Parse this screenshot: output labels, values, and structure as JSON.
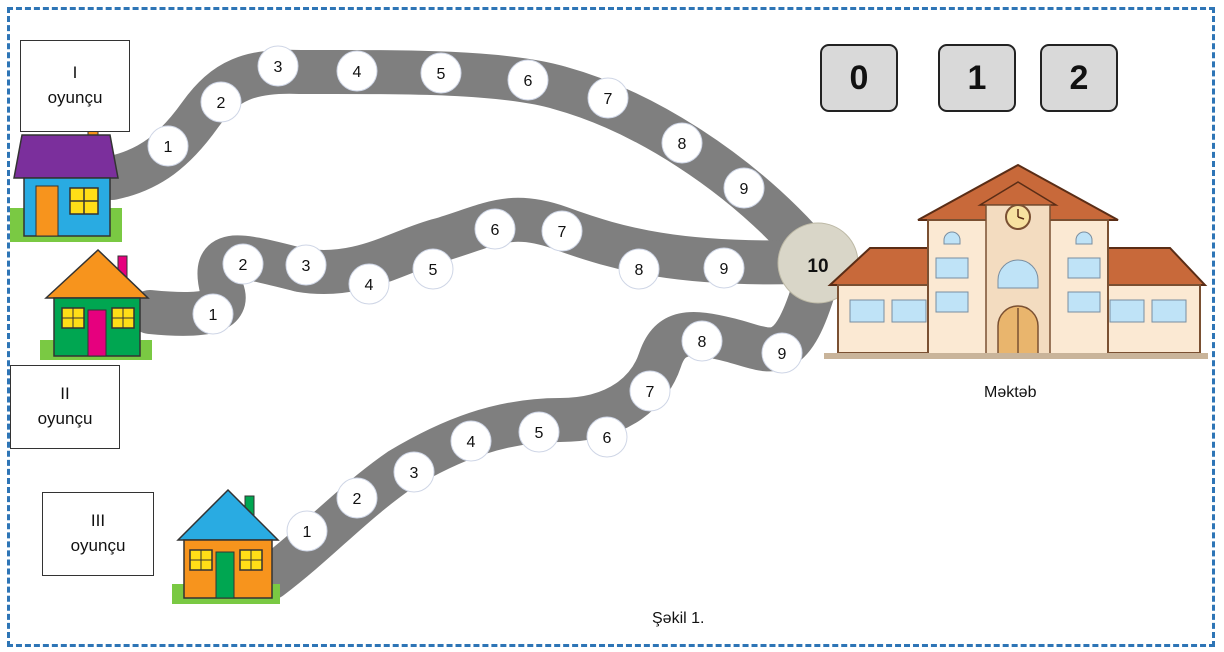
{
  "players": [
    {
      "line1": "I",
      "line2": "oyunçu"
    },
    {
      "line1": "II",
      "line2": "oyunçu"
    },
    {
      "line1": "III",
      "line2": "oyunçu"
    }
  ],
  "dice": [
    "0",
    "1",
    "2"
  ],
  "paths": {
    "p1": [
      "1",
      "2",
      "3",
      "4",
      "5",
      "6",
      "7",
      "8",
      "9"
    ],
    "p2": [
      "1",
      "2",
      "3",
      "4",
      "5",
      "6",
      "7",
      "8",
      "9"
    ],
    "p3": [
      "1",
      "2",
      "3",
      "4",
      "5",
      "6",
      "7",
      "8",
      "9"
    ]
  },
  "goal": {
    "number": "10",
    "label": "Məktəb"
  },
  "caption": "Şəkil 1.",
  "colors": {
    "frame": "#2e75b6",
    "road": "#7f7f7f",
    "goal_circle": "#d9d6c8",
    "dice_fill": "#d9d9d9"
  }
}
